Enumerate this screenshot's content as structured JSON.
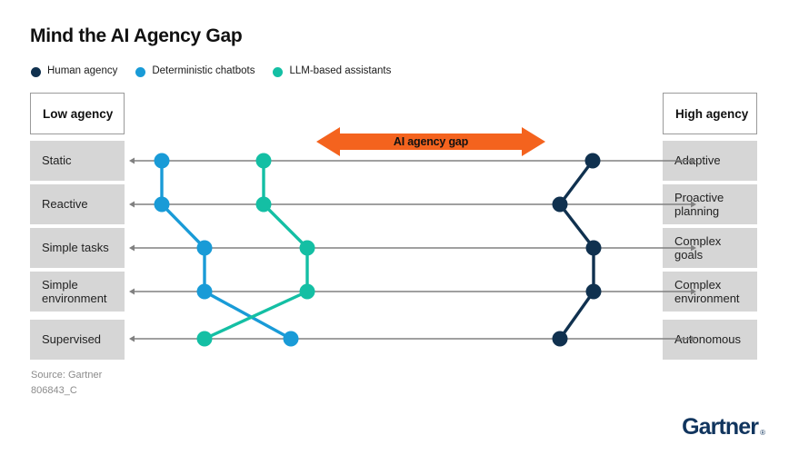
{
  "title": "Mind the AI Agency Gap",
  "legend": {
    "items": [
      {
        "label": "Human agency",
        "color": "#10314f",
        "key": "human"
      },
      {
        "label": "Deterministic chatbots",
        "color": "#199bd7",
        "key": "chatbots"
      },
      {
        "label": "LLM-based assistants",
        "color": "#14bfa4",
        "key": "llm"
      }
    ]
  },
  "axis_caps": {
    "left": "Low agency",
    "right": "High agency"
  },
  "gap": {
    "label": "AI agency gap",
    "color": "#f4631e"
  },
  "rows": [
    {
      "left": "Static",
      "right": "Adaptive"
    },
    {
      "left": "Reactive",
      "right": "Proactive planning"
    },
    {
      "left": "Simple tasks",
      "right": "Complex goals"
    },
    {
      "left": "Simple environment",
      "right": "Complex environment"
    },
    {
      "left": "Supervised",
      "right": "Autonomous"
    }
  ],
  "footer": {
    "source": "Source: Gartner",
    "code": "806843_C"
  },
  "brand": {
    "name": "Gartner",
    "trademark": "®",
    "color": "#11355e"
  },
  "chart_data": {
    "type": "scatter",
    "title": "Mind the AI Agency Gap",
    "xlabel": "",
    "ylabel": "",
    "grid": false,
    "legend_position": "top-left",
    "axis_min_label": "Low agency",
    "axis_max_label": "High agency",
    "axis_range": [
      0,
      100
    ],
    "categories": [
      "Static — Adaptive",
      "Reactive — Proactive planning",
      "Simple tasks — Complex goals",
      "Simple environment — Complex environment",
      "Supervised — Autonomous"
    ],
    "series": [
      {
        "name": "Deterministic chatbots",
        "color": "#199bd7",
        "values": [
          6,
          6,
          13,
          13,
          29
        ]
      },
      {
        "name": "LLM-based assistants",
        "color": "#14bfa4",
        "values": [
          24,
          24,
          32,
          32,
          13
        ]
      },
      {
        "name": "Human agency",
        "color": "#10314f",
        "values": [
          82,
          76,
          82,
          82,
          76
        ]
      }
    ],
    "annotations": [
      {
        "text": "AI agency gap",
        "type": "double-arrow",
        "x_start": 33,
        "x_end": 74,
        "row": 0
      }
    ]
  }
}
